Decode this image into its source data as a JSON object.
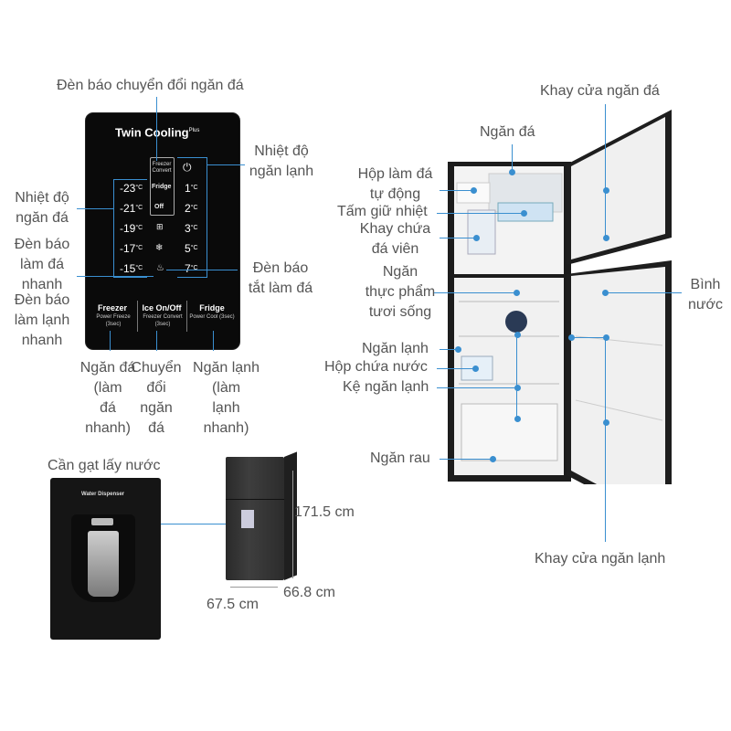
{
  "panel": {
    "brand": "Twin Cooling",
    "brand_sup": "Plus",
    "freezer_convert": "Freezer Convert",
    "fridge_word": "Fridge",
    "off_word": "Off",
    "freezer_temps": [
      "-23",
      "-21",
      "-19",
      "-17",
      "-15"
    ],
    "fridge_temps": [
      "1",
      "2",
      "3",
      "5",
      "7"
    ],
    "unit": "°C",
    "buttons": [
      {
        "title": "Freezer",
        "sub": "Power Freeze (3sec)"
      },
      {
        "title": "Ice On/Off",
        "sub": "Freezer Convert (3sec)"
      },
      {
        "title": "Fridge",
        "sub": "Power Cool (3sec)"
      }
    ]
  },
  "dispenser": {
    "title": "Water Dispenser"
  },
  "labels": {
    "convert_indicator": "Đèn báo chuyển đổi ngăn đá",
    "fridge_temp": [
      "Nhiệt độ",
      "ngăn lạnh"
    ],
    "freezer_temp": [
      "Nhiệt độ",
      "ngăn đá"
    ],
    "fast_freeze_light": [
      "Đèn báo",
      "làm đá",
      "nhanh"
    ],
    "fast_cool_light": [
      "Đèn báo",
      "làm lạnh",
      "nhanh"
    ],
    "ice_off_light": [
      "Đèn báo",
      "tắt làm đá"
    ],
    "btn_freezer": [
      "Ngăn đá",
      "(làm",
      "đá",
      "nhanh)"
    ],
    "btn_convert": [
      "Chuyển",
      "đổi",
      "ngăn",
      "đá"
    ],
    "btn_fridge": [
      "Ngăn lạnh",
      "(làm",
      "lạnh",
      "nhanh)"
    ],
    "dispenser_lever": "Cần gạt lấy nước",
    "height": "171.5 cm",
    "depth": "66.8 cm",
    "width": "67.5 cm",
    "freezer_door_tray": "Khay cửa ngăn đá",
    "freezer": "Ngăn đá",
    "auto_ice_maker": [
      "Hộp làm đá",
      "tự động"
    ],
    "cold_plate": "Tấm giữ nhiệt",
    "ice_tray": [
      "Khay chứa",
      "đá viên"
    ],
    "fresh_food": [
      "Ngăn",
      "thực phẩm",
      "tươi sống"
    ],
    "water_tank": [
      "Bình",
      "nước"
    ],
    "fridge_compartment": "Ngăn lạnh",
    "water_box": "Hộp chứa nước",
    "fridge_shelf": "Kệ ngăn lạnh",
    "vegetable": "Ngăn rau",
    "fridge_door_tray": "Khay cửa ngăn lạnh"
  }
}
